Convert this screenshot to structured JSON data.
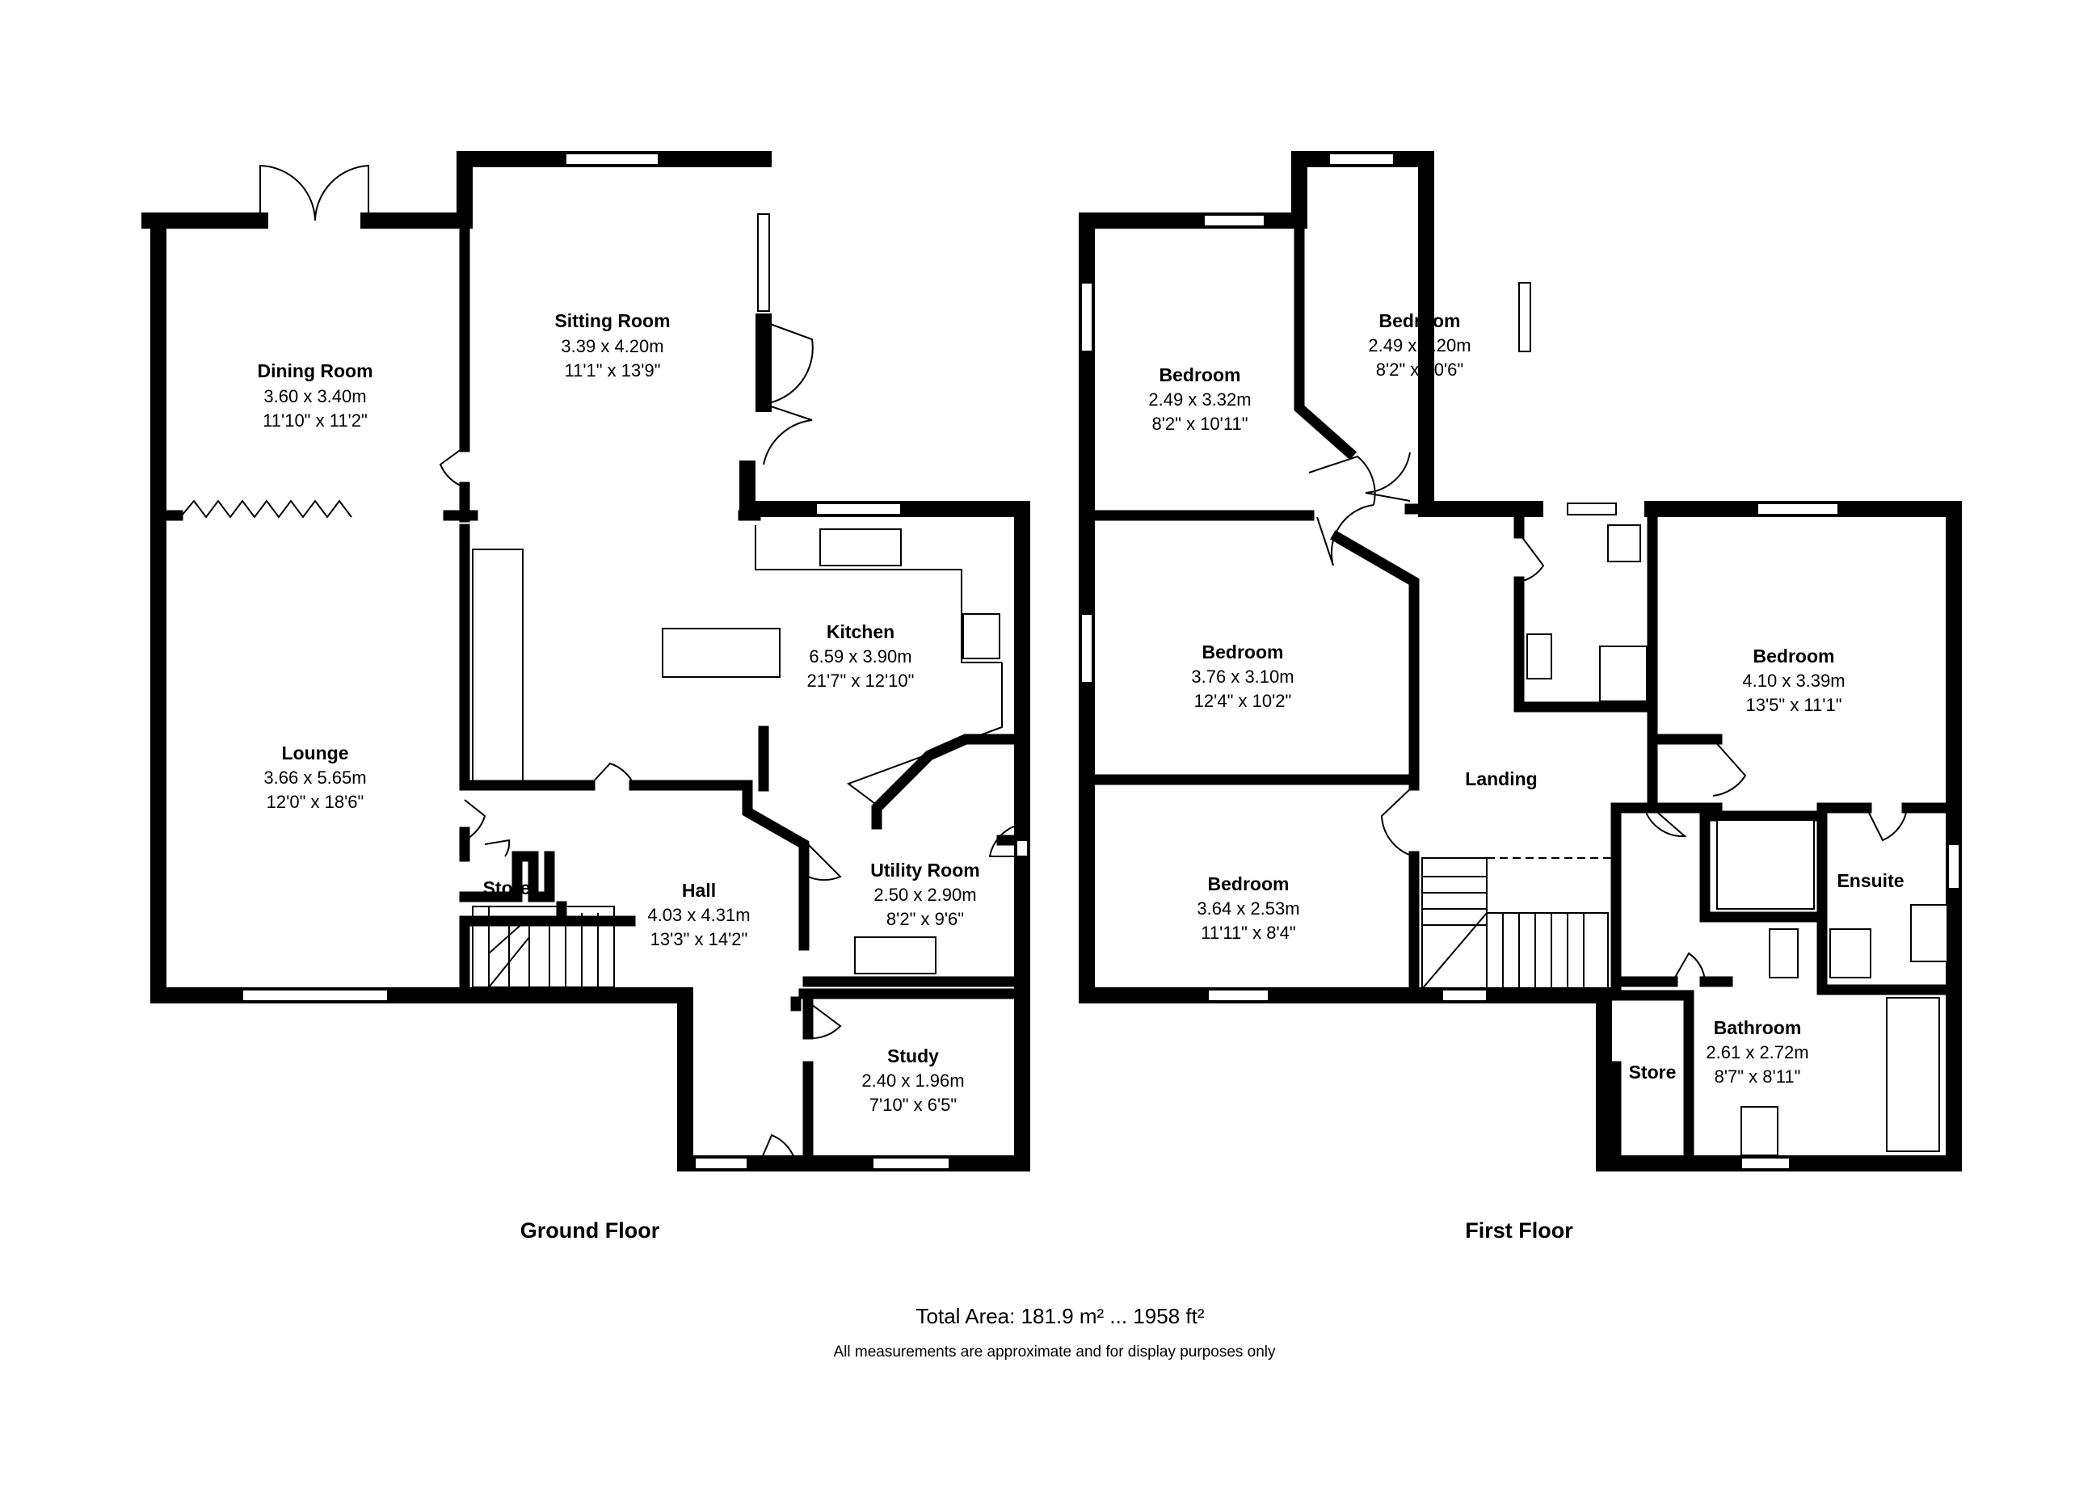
{
  "rooms": {
    "dining_room": {
      "name": "Dining Room",
      "metric": "3.60 x 3.40m",
      "imperial": "11'10\" x 11'2\""
    },
    "sitting_room": {
      "name": "Sitting Room",
      "metric": "3.39 x 4.20m",
      "imperial": "11'1\" x 13'9\""
    },
    "kitchen": {
      "name": "Kitchen",
      "metric": "6.59 x 3.90m",
      "imperial": "21'7\" x 12'10\""
    },
    "lounge": {
      "name": "Lounge",
      "metric": "3.66 x 5.65m",
      "imperial": "12'0\" x 18'6\""
    },
    "store_ground": {
      "name": "Store"
    },
    "hall": {
      "name": "Hall",
      "metric": "4.03 x 4.31m",
      "imperial": "13'3\" x 14'2\""
    },
    "utility_room": {
      "name": "Utility Room",
      "metric": "2.50 x 2.90m",
      "imperial": "8'2\" x 9'6\""
    },
    "study": {
      "name": "Study",
      "metric": "2.40 x 1.96m",
      "imperial": "7'10\" x 6'5\""
    },
    "bedroom_a": {
      "name": "Bedroom",
      "metric": "2.49 x 3.32m",
      "imperial": "8'2\" x 10'11\""
    },
    "bedroom_b": {
      "name": "Bedroom",
      "metric": "2.49 x 3.20m",
      "imperial": "8'2\" x 10'6\""
    },
    "bedroom_c": {
      "name": "Bedroom",
      "metric": "3.76 x 3.10m",
      "imperial": "12'4\" x 10'2\""
    },
    "bedroom_d": {
      "name": "Bedroom",
      "metric": "4.10 x 3.39m",
      "imperial": "13'5\" x 11'1\""
    },
    "bedroom_e": {
      "name": "Bedroom",
      "metric": "3.64 x 2.53m",
      "imperial": "11'11\" x 8'4\""
    },
    "landing": {
      "name": "Landing"
    },
    "ensuite": {
      "name": "Ensuite"
    },
    "bathroom": {
      "name": "Bathroom",
      "metric": "2.61 x 2.72m",
      "imperial": "8'7\" x 8'11\""
    },
    "store_first": {
      "name": "Store"
    }
  },
  "floors": {
    "ground": "Ground Floor",
    "first": "First Floor"
  },
  "footer": {
    "total_area": "Total Area: 181.9 m² ... 1958 ft²",
    "disclaimer": "All measurements are approximate and for display purposes only"
  }
}
